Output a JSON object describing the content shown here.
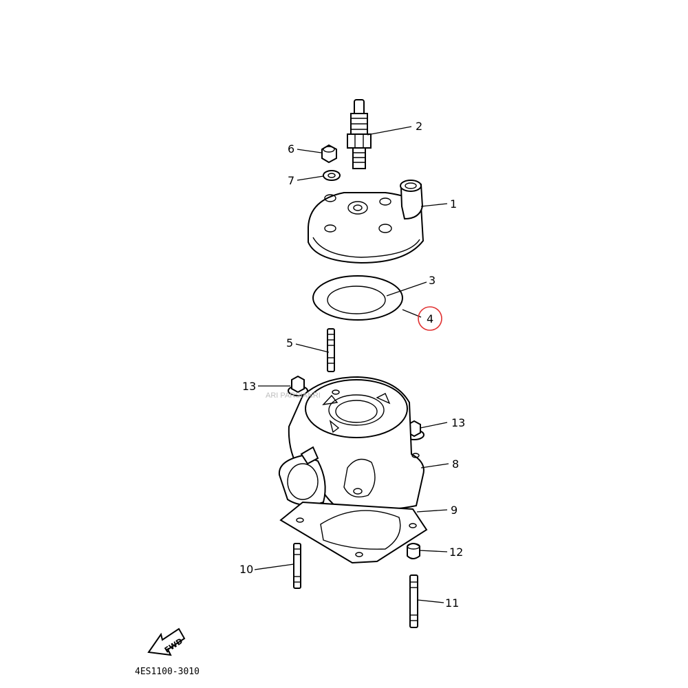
{
  "callouts": [
    {
      "id": "1",
      "text": "1"
    },
    {
      "id": "2",
      "text": "2"
    },
    {
      "id": "3",
      "text": "3"
    },
    {
      "id": "4",
      "text": "4"
    },
    {
      "id": "5",
      "text": "5"
    },
    {
      "id": "6",
      "text": "6"
    },
    {
      "id": "7",
      "text": "7"
    },
    {
      "id": "8",
      "text": "8"
    },
    {
      "id": "9",
      "text": "9"
    },
    {
      "id": "10",
      "text": "10"
    },
    {
      "id": "11",
      "text": "11"
    },
    {
      "id": "12",
      "text": "12"
    },
    {
      "id": "13a",
      "text": "13"
    },
    {
      "id": "13b",
      "text": "13"
    }
  ],
  "highlight": {
    "callout": "4",
    "color": "#e03030"
  },
  "fwd_text": "FWD",
  "diagram_code": "4ES1100-3010",
  "watermark": "ARI PARSIANRI"
}
